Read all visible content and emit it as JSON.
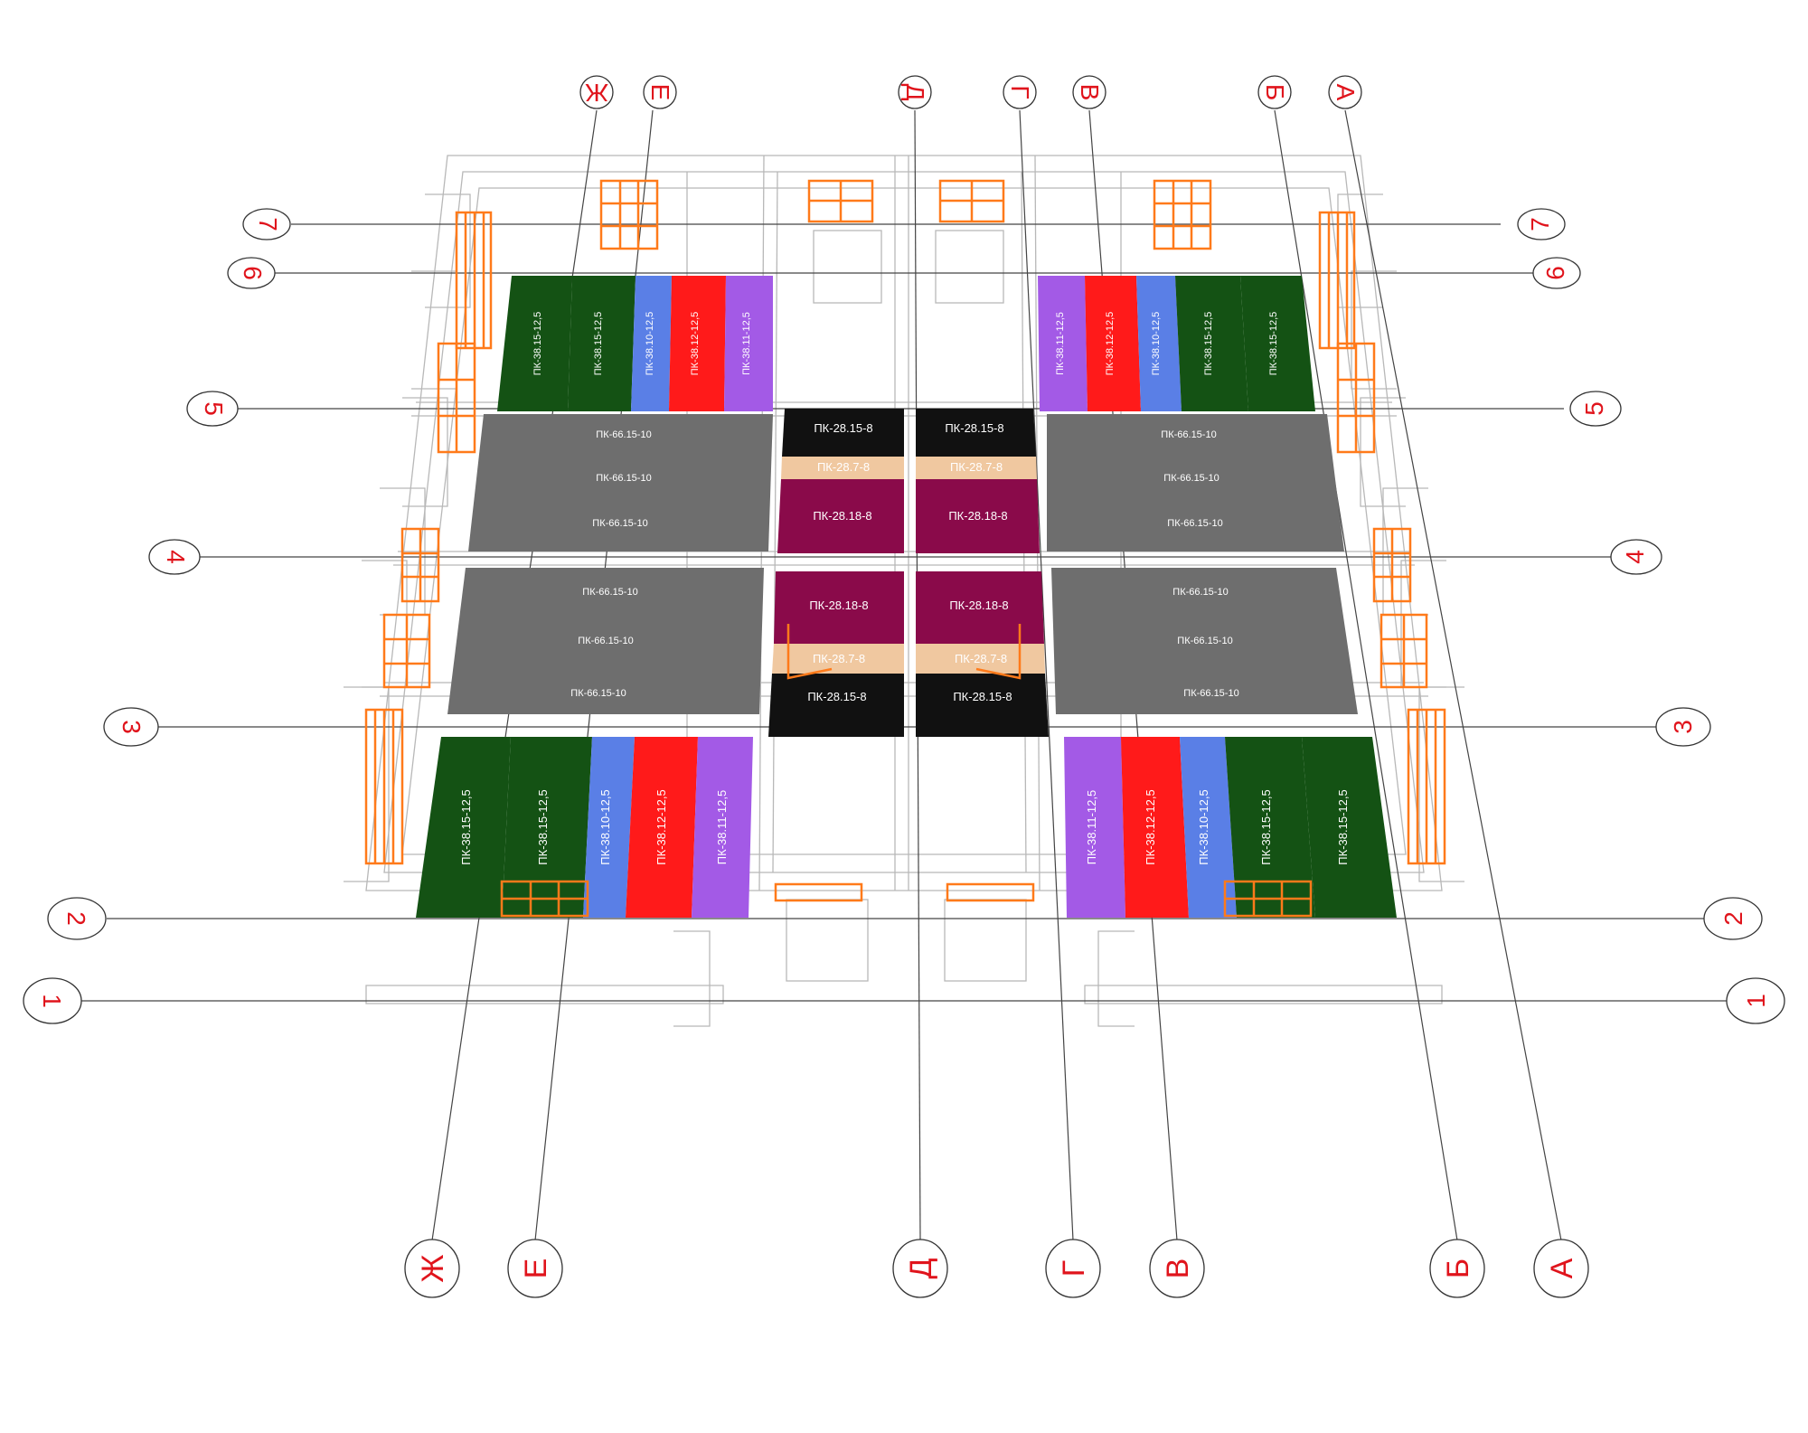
{
  "colors": {
    "green": "#145214",
    "blue": "#5a7fe6",
    "red": "#ff1a1a",
    "purple": "#a35ae6",
    "grey": "#6e6e6e",
    "maroon": "#8a0a4a",
    "black": "#111111",
    "peach": "#f0c8a0",
    "window_orange": "#ff7a1a",
    "axis_red": "#e0141c",
    "wireframe": "#b8b8b8"
  },
  "axes_letters": [
    "Ж",
    "Е",
    "Д",
    "Г",
    "В",
    "Б",
    "А"
  ],
  "axes_numbers": [
    "1",
    "2",
    "3",
    "4",
    "5",
    "6",
    "7"
  ],
  "slabs": {
    "pk_38_15": "ПК-38.15-12,5",
    "pk_38_10": "ПК-38.10-12,5",
    "pk_38_12": "ПК-38.12-12,5",
    "pk_38_11": "ПК-38.11-12,5",
    "pk_66": "ПК-66.15-10",
    "pk_28_15": "ПК-28.15-8",
    "pk_28_7": "ПК-28.7-8",
    "pk_28_18": "ПК-28.18-8"
  }
}
